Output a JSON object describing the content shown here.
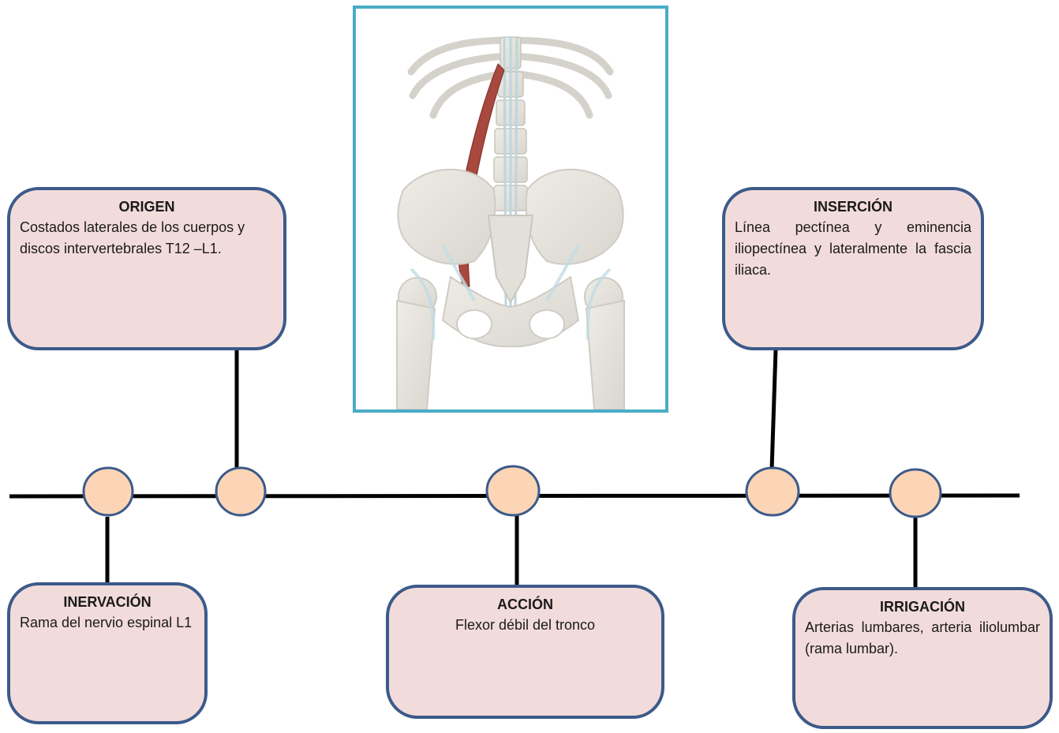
{
  "cards": {
    "origin": {
      "title": "ORIGEN",
      "text": "Costados laterales de los cuerpos y discos intervertebrales T12 –L1."
    },
    "insertion": {
      "title": "INSERCIÓN",
      "text": "Línea pectínea y eminencia iliopectínea y lateralmente la fascia iliaca."
    },
    "innervation": {
      "title": "INERVACIÓN",
      "text": "Rama del nervio espinal L1"
    },
    "action": {
      "title": "ACCIÓN",
      "text": "Flexor débil del tronco"
    },
    "irrigation": {
      "title": "IRRIGACIÓN",
      "text": "Arterias lumbares, arteria iliolumbar (rama lumbar)."
    }
  },
  "illustration": {
    "label": "psoas-minor-anatomy-illustration"
  },
  "colors": {
    "card_fill": "#f2dcdb",
    "card_border": "#3c5a8a",
    "node_fill": "#fbd5b5",
    "node_border": "#3c5a8a",
    "frame": "#4aacc6",
    "timeline": "#000000"
  }
}
